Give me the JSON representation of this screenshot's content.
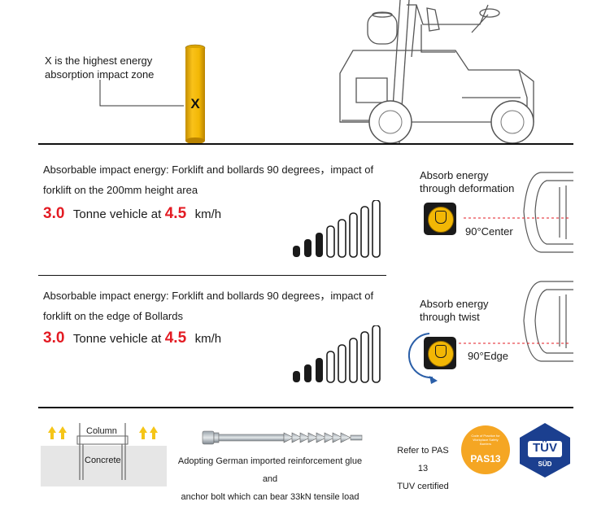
{
  "top": {
    "note_line1": "X  is the highest energy",
    "note_line2": "absorption impact zone",
    "bollard_mark": "X"
  },
  "center_case": {
    "line1": "Absorbable impact energy: Forklift and bollards 90 degrees，impact of",
    "line2": "forklift on the 200mm height area",
    "tonnes": "3.0",
    "mid_text": "Tonne vehicle at",
    "speed": "4.5",
    "unit": "km/h",
    "absorb_line1": "Absorb energy",
    "absorb_line2": "through deformation",
    "angle_label": "90°Center",
    "bar_count": 8
  },
  "edge_case": {
    "line1": "Absorbable impact energy: Forklift and bollards 90 degrees，impact of",
    "line2": "forklift on the edge of Bollards",
    "tonnes": "3.0",
    "mid_text": "Tonne vehicle at",
    "speed": "4.5",
    "unit": "km/h",
    "absorb_line1": "Absorb energy",
    "absorb_line2": "through twist",
    "angle_label": "90°Edge",
    "bar_count": 8
  },
  "bottom": {
    "column_label": "Column",
    "concrete_label": "Concrete",
    "anchor_line1": "Adopting German imported reinforcement glue and",
    "anchor_line2": "anchor bolt which can bear 33kN tensile load",
    "pas_line1": "Refer to PAS 13",
    "pas_line2": "TUV certified",
    "pas_badge_small": "Code of Practice for Workplace Safety Barriers",
    "pas_badge": "PAS13",
    "tuv_top": "TÜV",
    "tuv_bottom": "SÜD"
  },
  "colors": {
    "accent_red": "#e31b23",
    "bollard_yellow": "#f2b705",
    "arrow_yellow": "#f5c518",
    "badge_orange": "#f5a623",
    "tuv_blue": "#1b3f8f"
  }
}
